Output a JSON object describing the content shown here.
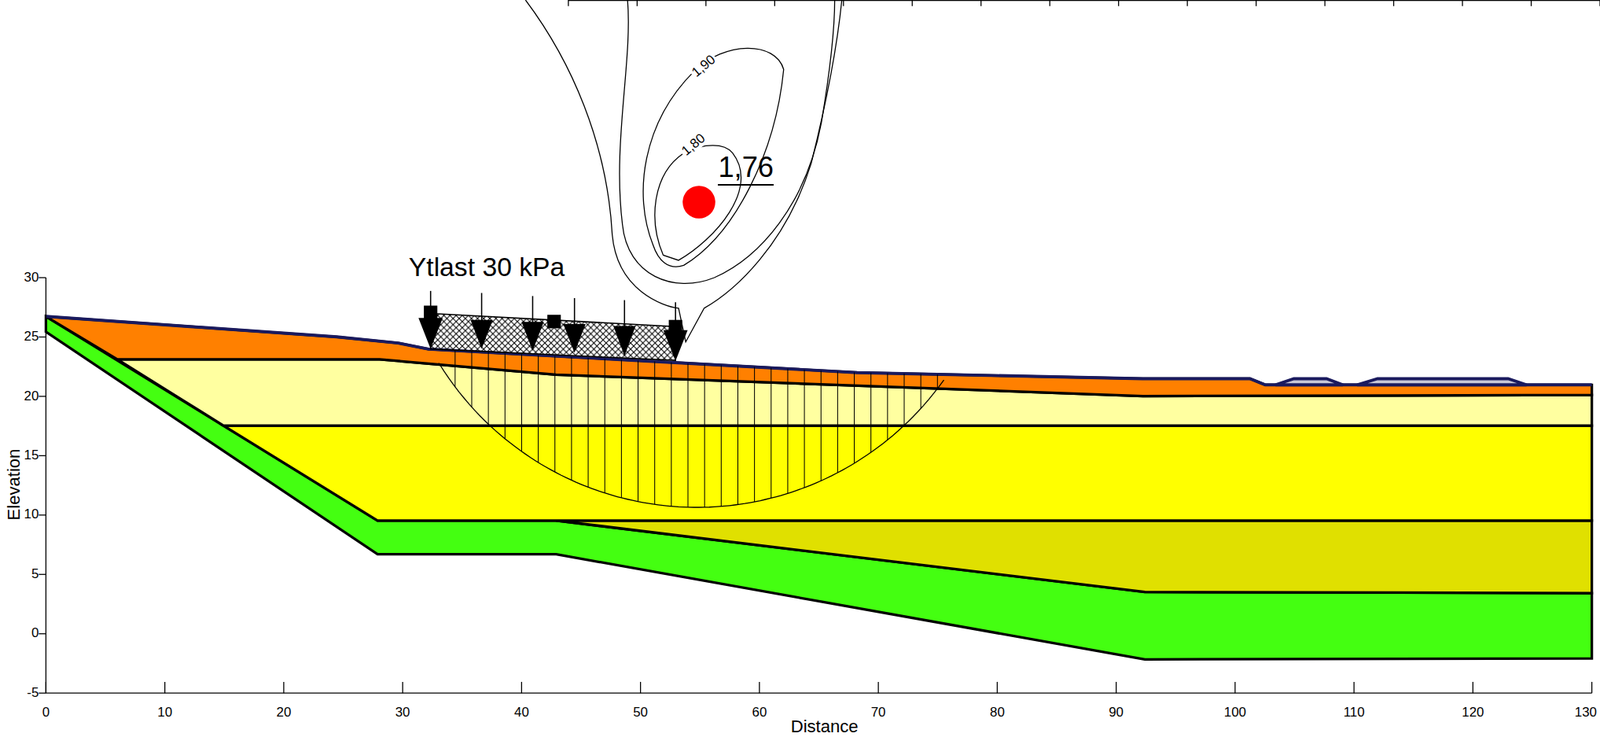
{
  "diagram": {
    "labels": [
      "Ytlast 30 kPa",
      "1,76",
      "1,90",
      "1,80",
      "Elevation",
      "Distance",
      "30",
      "25",
      "20",
      "15",
      "10",
      "5",
      "0",
      "-5",
      "0",
      "10",
      "20",
      "30",
      "40",
      "50",
      "60",
      "70",
      "80",
      "90",
      "100",
      "110",
      "120",
      "130"
    ]
  }
}
